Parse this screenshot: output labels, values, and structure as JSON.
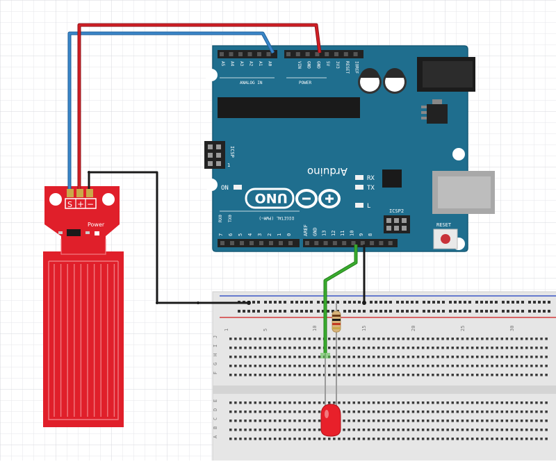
{
  "board": {
    "analog_header": [
      "A5",
      "A4",
      "A3",
      "A2",
      "A1",
      "A0"
    ],
    "analog_title": "ANALOG IN",
    "power_header": [
      "VIN",
      "GND",
      "GND",
      "5V",
      "3V3",
      "RESET",
      "IOREF"
    ],
    "power_title": "POWER",
    "digital_header": [
      "0",
      "1",
      "2",
      "3",
      "4",
      "5",
      "6",
      "7",
      "8",
      "9",
      "10",
      "11",
      "12",
      "13",
      "GND",
      "AREF"
    ],
    "rx0": "RX0",
    "tx0": "TX0",
    "digital_title": "DIGITAL (PWM~)",
    "brand": "Arduino",
    "model": "UNO",
    "icsp": "ICSP",
    "icsp2": "ICSP2",
    "led_rx": "RX",
    "led_tx": "TX",
    "led_l": "L",
    "led_on": "ON",
    "reset": "RESET",
    "icsp_pin": "1"
  },
  "sensor": {
    "pin_s": "S",
    "pin_plus": "+",
    "pin_minus": "−",
    "power_label": "Power"
  },
  "breadboard": {
    "col_numbers": [
      "1",
      "5",
      "10",
      "15",
      "20",
      "25",
      "30"
    ],
    "row_letters_top": [
      "J",
      "I",
      "H",
      "G",
      "F"
    ],
    "row_letters_bottom": [
      "E",
      "D",
      "C",
      "B",
      "A"
    ]
  },
  "colors": {
    "board": "#1f6e8e",
    "sensor": "#e01f2a",
    "wire_red": "#d21f25",
    "wire_blue": "#3a86c8",
    "wire_black": "#1a1a1a",
    "wire_green": "#3aab2e",
    "led": "#e8202a"
  }
}
